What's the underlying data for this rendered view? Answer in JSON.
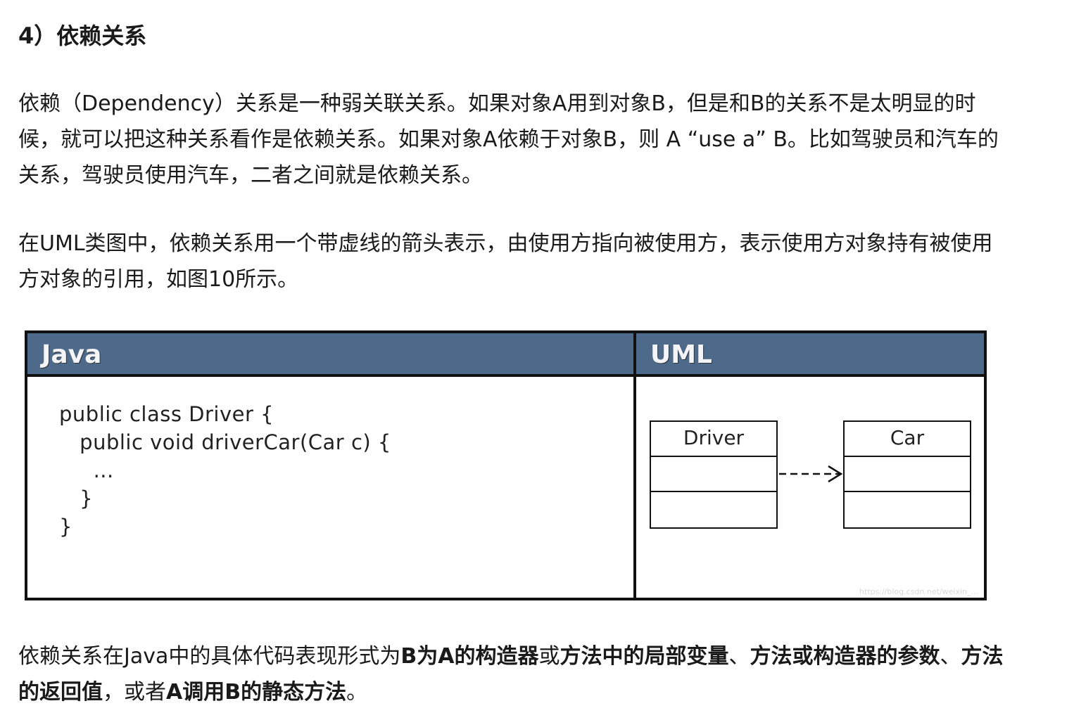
{
  "heading": "4）依赖关系",
  "paragraph1": "依赖（Dependency）关系是一种弱关联关系。如果对象A用到对象B，但是和B的关系不是太明显的时候，就可以把这种关系看作是依赖关系。如果对象A依赖于对象B，则 A “use a” B。比如驾驶员和汽车的关系，驾驶员使用汽车，二者之间就是依赖关系。",
  "paragraph2": "在UML类图中，依赖关系用一个带虚线的箭头表示，由使用方指向被使用方，表示使用方对象持有被使用方对象的引用，如图10所示。",
  "figure": {
    "java_header": "Java",
    "uml_header": "UML",
    "code": "public class Driver {\n   public void driverCar(Car c) {\n     ...\n   }\n}",
    "uml_left_class": "Driver",
    "uml_right_class": "Car",
    "watermark": "https://blog.csdn.net/weixin_..."
  },
  "paragraph3": {
    "s1": "依赖关系在Java中的具体代码表现形式为",
    "b1": "B为A的构造器",
    "s2": "或",
    "b2": "方法中的局部变量",
    "s3": "、",
    "b3": "方法或构造器的参数",
    "s4": "、",
    "b4": "方法的返回值",
    "s5": "，或者",
    "b5": "A调用B的静态方法",
    "s6": "。"
  },
  "colors": {
    "header_bg": "#4d6a8a",
    "border": "#111111"
  }
}
